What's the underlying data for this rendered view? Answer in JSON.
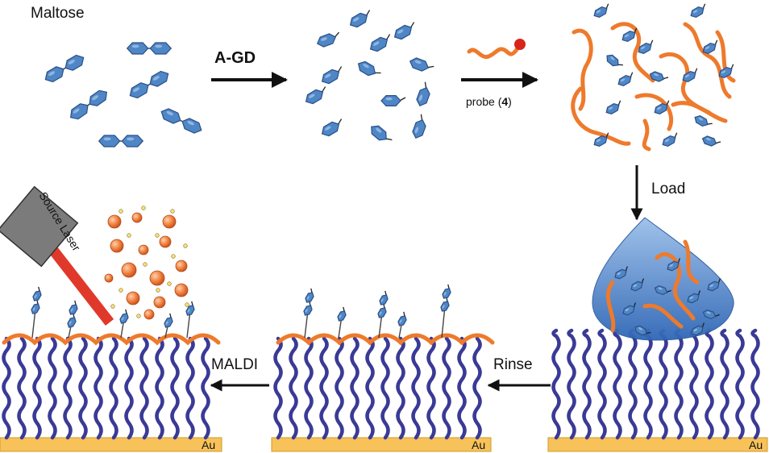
{
  "labels": {
    "maltose": "Maltose",
    "agd": "A-GD",
    "probe": "probe (",
    "probe_number": "4",
    "probe_close": ")",
    "load": "Load",
    "rinse": "Rinse",
    "maldi": "MALDI",
    "source_laser": "Source Laser",
    "au": "Au"
  },
  "colors": {
    "sugar_fill": "#4f86c6",
    "sugar_stroke": "#2a4f86",
    "chain": "#3a3a96",
    "probe": "#ee7a2c",
    "probe_tip": "#d9241c",
    "gold": "#f7c25a",
    "drop": "#5b8fd0",
    "laser_body": "#7a7a7a",
    "laser_beam": "#e0392b",
    "ion": "#ee7a3a"
  }
}
